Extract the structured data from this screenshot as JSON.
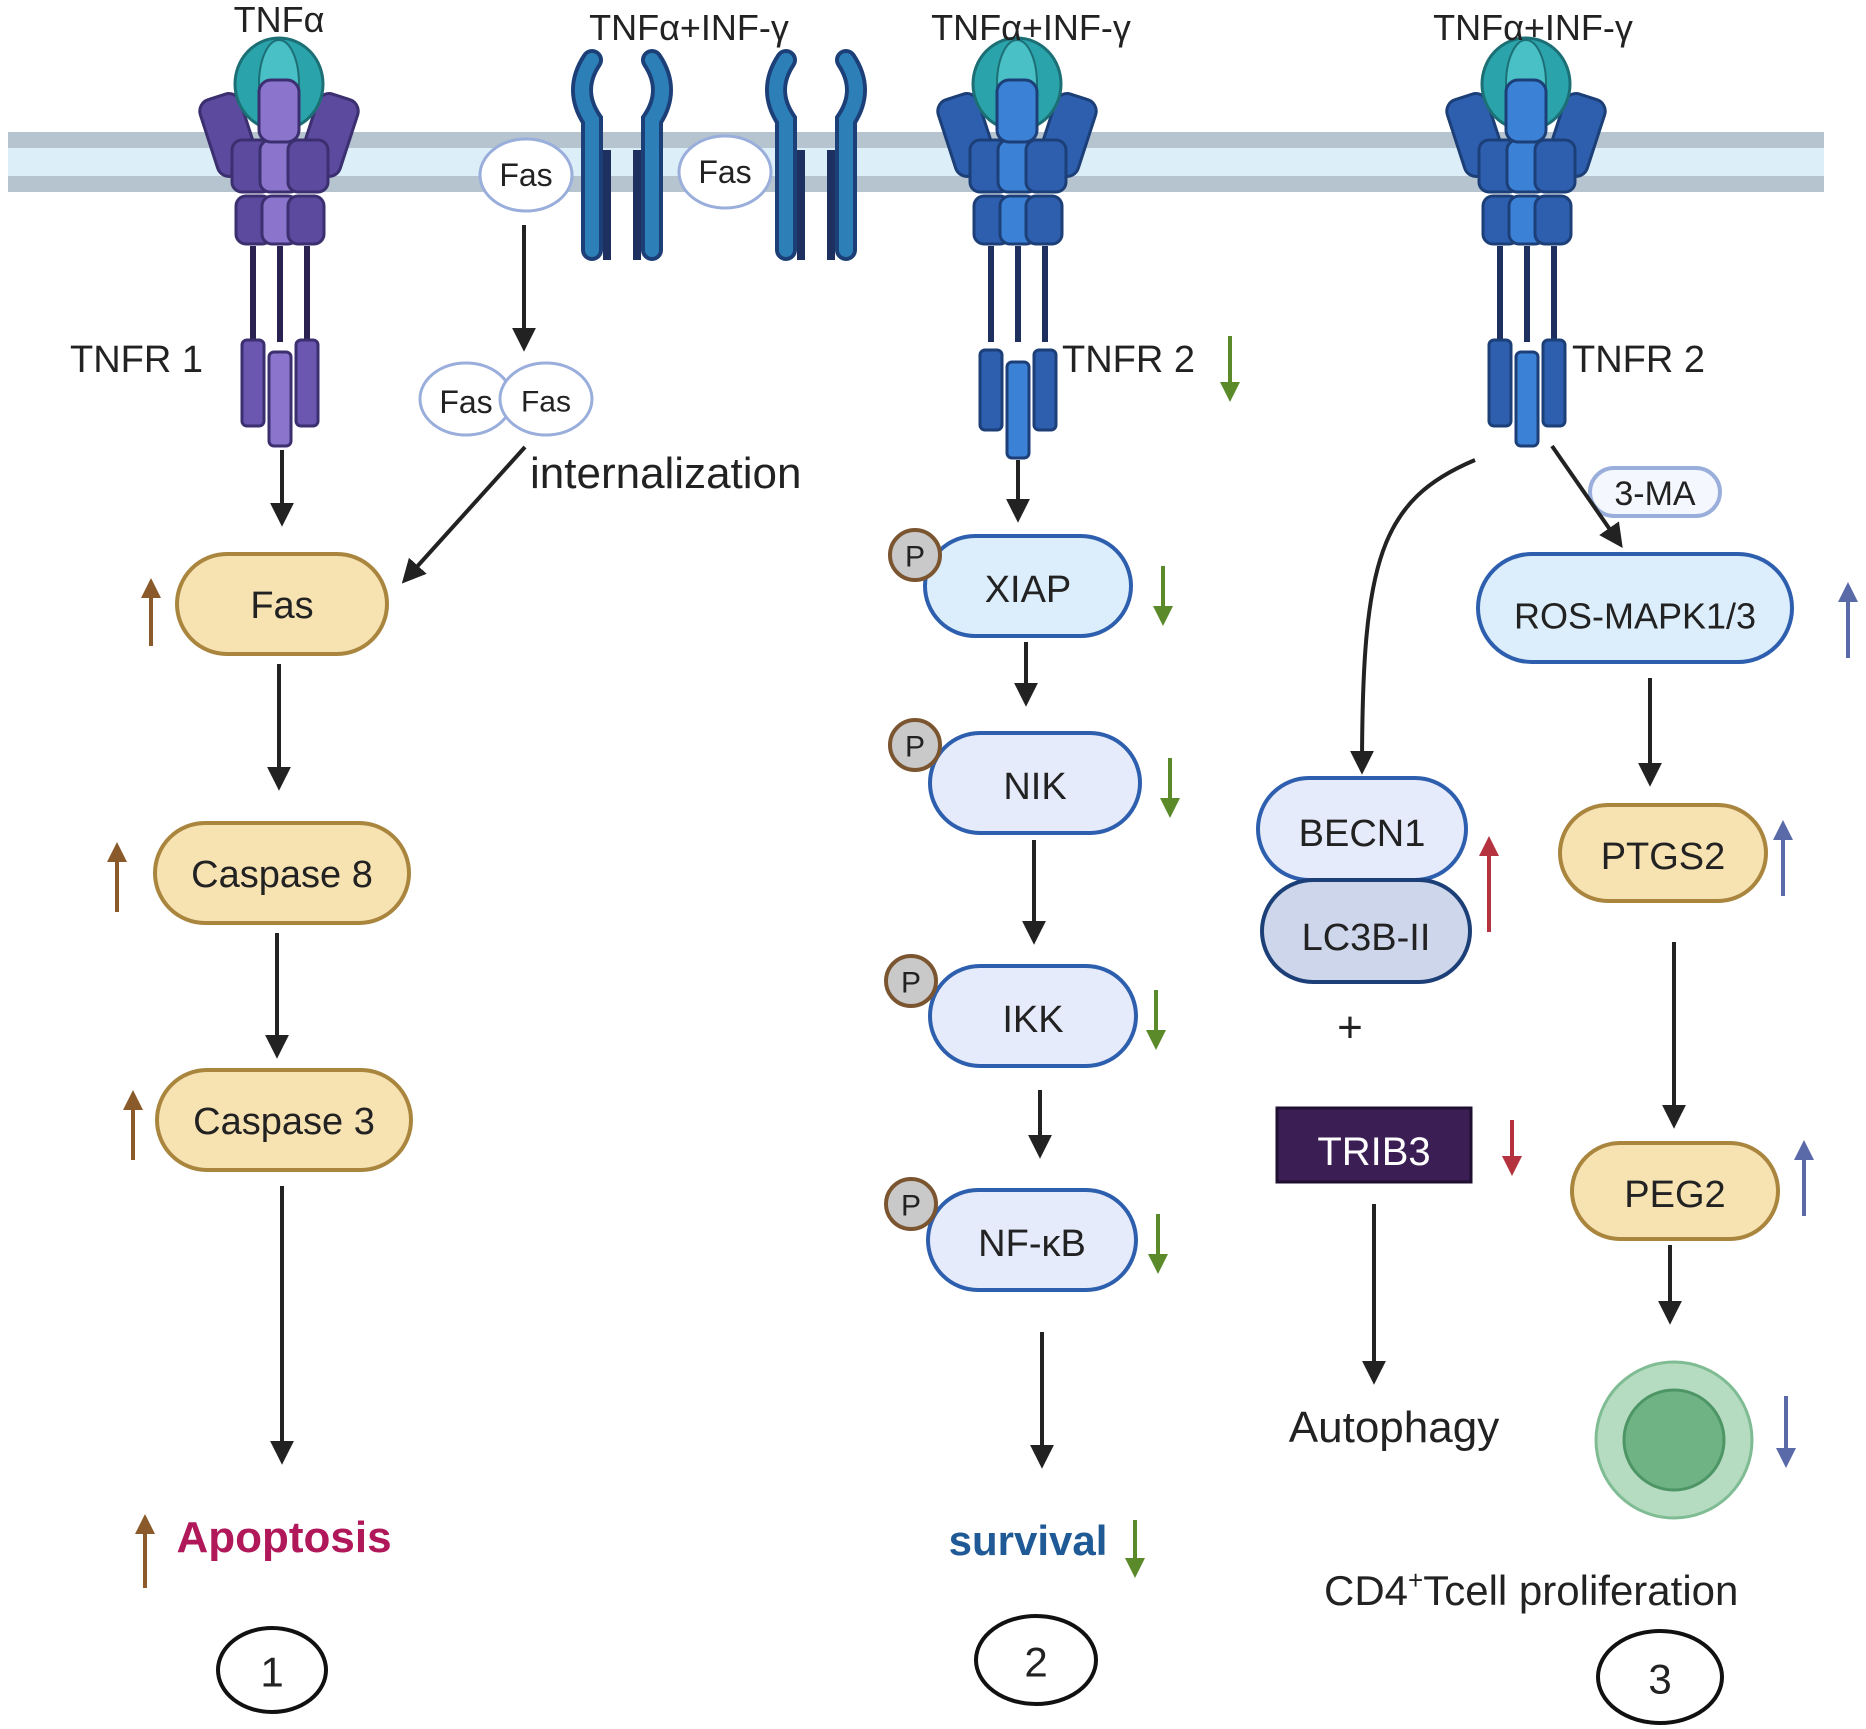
{
  "ligands": {
    "p1": "TNFα",
    "fas_pair": "TNFα+INF-γ",
    "p2": "TNFα+INF-γ",
    "p3": "TNFα+INF-γ"
  },
  "receptors": {
    "tnfr1": "TNFR 1",
    "tnfr2_a": "TNFR 2",
    "tnfr2_b": "TNFR 2"
  },
  "fas": {
    "membrane_1": "Fas",
    "membrane_2": "Fas",
    "dimer_1": "Fas",
    "dimer_2": "Fas",
    "internalization": "internalization"
  },
  "pathway1": {
    "fas": "Fas",
    "caspase8": "Caspase 8",
    "caspase3": "Caspase 3",
    "outcome": "Apoptosis",
    "number": "1"
  },
  "pathway2": {
    "xiap": "XIAP",
    "nik": "NIK",
    "ikk": "IKK",
    "nfkb": "NF-κB",
    "phospho": "P",
    "outcome": "survival",
    "number": "2"
  },
  "pathway3": {
    "inhibitor": "3-MA",
    "ros": "ROS-MAPK1/3",
    "ptgs2": "PTGS2",
    "peg2": "PEG2",
    "becn1": "BECN1",
    "lc3b": "LC3B-II",
    "plus": "+",
    "trib3": "TRIB3",
    "autophagy": "Autophagy",
    "proliferation_prefix": "CD4",
    "proliferation_sup": "+",
    "proliferation_suffix": "Tcell proliferation",
    "number": "3"
  },
  "colors": {
    "up_brown": "#8a5a2b",
    "down_green": "#5a8a2a",
    "up_red": "#b5323f",
    "blue_arrow": "#5a6aa8",
    "apoptosis": "#b0185a",
    "survival": "#1f5a96",
    "membrane": "#b5c4cf"
  }
}
